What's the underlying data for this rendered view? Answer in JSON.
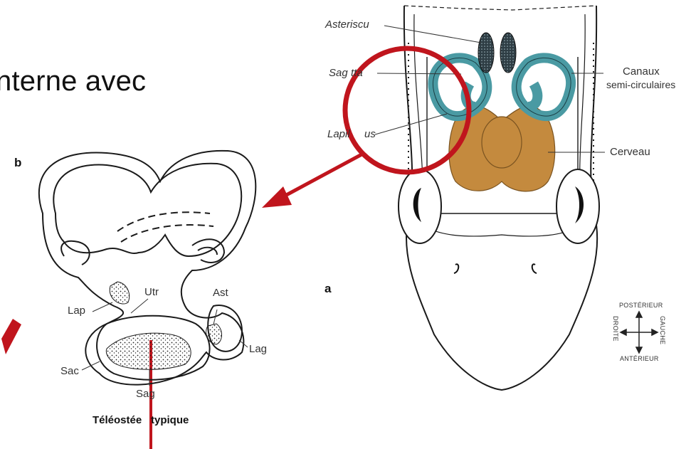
{
  "heading": "nterne avec",
  "panel_a": {
    "letter": "a",
    "labels": {
      "asteriscus": "Asteriscu",
      "sagitta_left": "Sag",
      "sagitta_right": "tta",
      "lapillus_left": "Lapil",
      "lapillus_right": "us",
      "canaux": "Canaux",
      "semi_circ": "semi-circulaires",
      "cerveau": "Cerveau"
    },
    "compass": {
      "posterieur": "POSTÉRIEUR",
      "anterieur": "ANTÉRIEUR",
      "droite": "DROITE",
      "gauche": "GAUCHE"
    }
  },
  "panel_b": {
    "letter": "b",
    "labels": {
      "lap": "Lap",
      "utr": "Utr",
      "ast": "Ast",
      "lag": "Lag",
      "sac": "Sac",
      "sag": "Sag"
    },
    "caption_left": "Téléostée",
    "caption_right": " typique"
  },
  "colors": {
    "highlight_red": "#c0151d",
    "canal_teal": "#4a9aa3",
    "brain_tan": "#c48a3e",
    "ink": "#1a1a1a"
  }
}
